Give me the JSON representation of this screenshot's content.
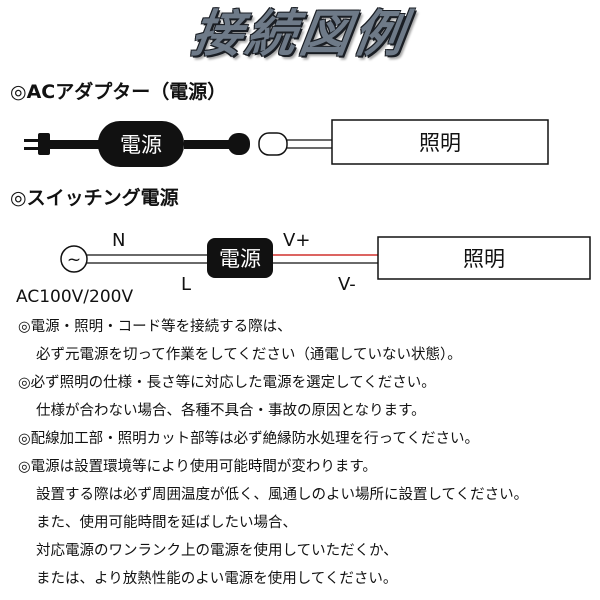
{
  "title": "接続図例",
  "section1": {
    "heading": "◎ACアダプター（電源）",
    "power_label": "電源",
    "light_label": "照明"
  },
  "section2": {
    "heading": "◎スイッチング電源",
    "n_label": "N",
    "l_label": "L",
    "power_label": "電源",
    "vplus_label": "V+",
    "vminus_label": "V-",
    "light_label": "照明",
    "ac_label": "AC100V/200V",
    "ac_symbol": "~"
  },
  "notes": [
    "◎電源・照明・コード等を接続する際は、",
    "必ず元電源を切って作業をしてください（通電していない状態）。",
    "◎必ず照明の仕様・長さ等に対応した電源を選定してください。",
    "仕様が合わない場合、各種不具合・事故の原因となります。",
    "◎配線加工部・照明カット部等は必ず絶縁防水処理を行ってください。",
    "◎電源は設置環境等により使用可能時間が変わります。",
    "設置する際は必ず周囲温度が低く、風通しのよい場所に設置してください。",
    "また、使用可能時間を延ばしたい場合、",
    "対応電源のワンランク上の電源を使用していただくか、",
    "または、より放熱性能のよい電源を使用してください。"
  ],
  "colors": {
    "title": "#6e7a88",
    "wire_red": "#d0312d",
    "adapter": "#111111"
  }
}
